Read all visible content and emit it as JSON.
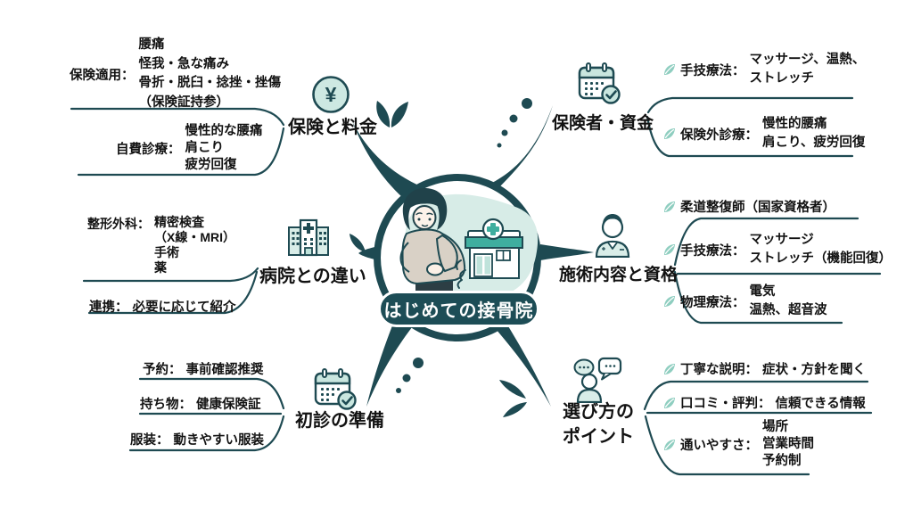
{
  "center": {
    "title": "はじめての接骨院"
  },
  "icons": {
    "yen_symbol": "¥",
    "names": [
      "yen-icon",
      "calendar-check-icon",
      "hospital-icon",
      "practitioner-icon",
      "people-chat-icon",
      "leaf-icon"
    ]
  },
  "colors": {
    "dark_teal": "#1e4a52",
    "mint": "#cde8e2",
    "teal": "#3fae9f",
    "leaf": "#8fcec0",
    "text": "#121212"
  },
  "branches": {
    "hoken_ryokin": {
      "label": "保険と料金",
      "items": [
        {
          "prefix": "保険適用：",
          "lines": [
            "腰痛",
            "怪我・急な痛み",
            "骨折・脱臼・捻挫・挫傷",
            "（保険証持参）"
          ]
        },
        {
          "prefix": "自費診療：",
          "lines": [
            "慢性的な腰痛",
            "肩こり",
            "疲労回復"
          ]
        }
      ]
    },
    "hokensha_shikin": {
      "label": "保険者・資金",
      "items": [
        {
          "prefix": "手技療法：",
          "lines": [
            "マッサージ、温熱、",
            "ストレッチ"
          ]
        },
        {
          "prefix": "保険外診療：",
          "lines": [
            "慢性的腰痛",
            "肩こり、疲労回復"
          ]
        }
      ]
    },
    "byoin_chigai": {
      "label": "病院との違い",
      "items": [
        {
          "prefix": "整形外科：",
          "lines": [
            "精密検査",
            "（X線・MRI）",
            "手術",
            "薬"
          ]
        },
        {
          "prefix": "連携：",
          "lines": [
            "必要に応じて紹介"
          ]
        }
      ]
    },
    "sejutsu_shikaku": {
      "label": "施術内容と資格",
      "items": [
        {
          "prefix": "",
          "lines": [
            "柔道整復師（国家資格者）"
          ]
        },
        {
          "prefix": "手技療法：",
          "lines": [
            "マッサージ",
            "ストレッチ（機能回復）"
          ]
        },
        {
          "prefix": "物理療法：",
          "lines": [
            "電気",
            "温熱、超音波"
          ]
        }
      ]
    },
    "shoshin_junbi": {
      "label": "初診の準備",
      "items": [
        {
          "prefix": "予約：",
          "lines": [
            "事前確認推奨"
          ]
        },
        {
          "prefix": "持ち物：",
          "lines": [
            "健康保険証"
          ]
        },
        {
          "prefix": "服装：",
          "lines": [
            "動きやすい服装"
          ]
        }
      ]
    },
    "erabikata": {
      "label_line1": "選び方の",
      "label_line2": "ポイント",
      "items": [
        {
          "prefix": "丁寧な説明：",
          "lines": [
            "症状・方針を聞く"
          ]
        },
        {
          "prefix": "口コミ・評判：",
          "lines": [
            "信頼できる情報"
          ]
        },
        {
          "prefix": "通いやすさ：",
          "lines": [
            "場所",
            "営業時間",
            "予約制"
          ]
        }
      ]
    }
  }
}
